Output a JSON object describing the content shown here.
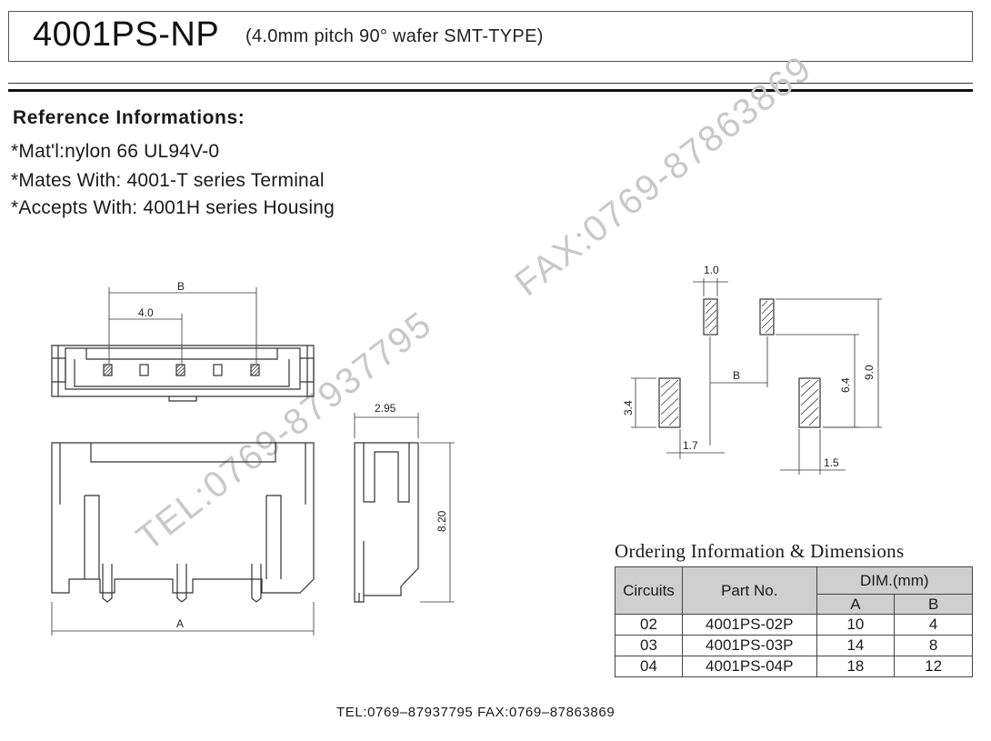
{
  "header": {
    "part_number": "4001PS-NP",
    "subtitle": "(4.0mm pitch  90° wafer SMT-TYPE)"
  },
  "reference": {
    "heading": "Reference Informations:",
    "lines": [
      "*Mat'l:nylon 66 UL94V-0",
      "*Mates With: 4001-T series Terminal",
      "*Accepts With: 4001H series Housing"
    ]
  },
  "watermarks": {
    "tel": "TEL:0769-87937795",
    "fax": "FAX:0769-87863869"
  },
  "drawing_dims": {
    "b": "B",
    "pitch": "4.0",
    "a": "A",
    "depth": "2.95",
    "height": "8.20",
    "pad_w": "1.0",
    "pad_b": "B",
    "pad_34": "3.4",
    "pad_17": "1.7",
    "pad_64": "6.4",
    "pad_90": "9.0",
    "pad_15": "1.5"
  },
  "ordering": {
    "title": "Ordering Information & Dimensions",
    "col_circuits": "Circuits",
    "col_part": "Part No.",
    "col_dim": "DIM.(mm)",
    "col_a": "A",
    "col_b": "B",
    "rows": [
      {
        "circuits": "02",
        "part": "4001PS-02P",
        "a": "10",
        "b": "4"
      },
      {
        "circuits": "03",
        "part": "4001PS-03P",
        "a": "14",
        "b": "8"
      },
      {
        "circuits": "04",
        "part": "4001PS-04P",
        "a": "18",
        "b": "12"
      }
    ]
  },
  "footer": {
    "contact": "TEL:0769–87937795   FAX:0769–87863869"
  }
}
